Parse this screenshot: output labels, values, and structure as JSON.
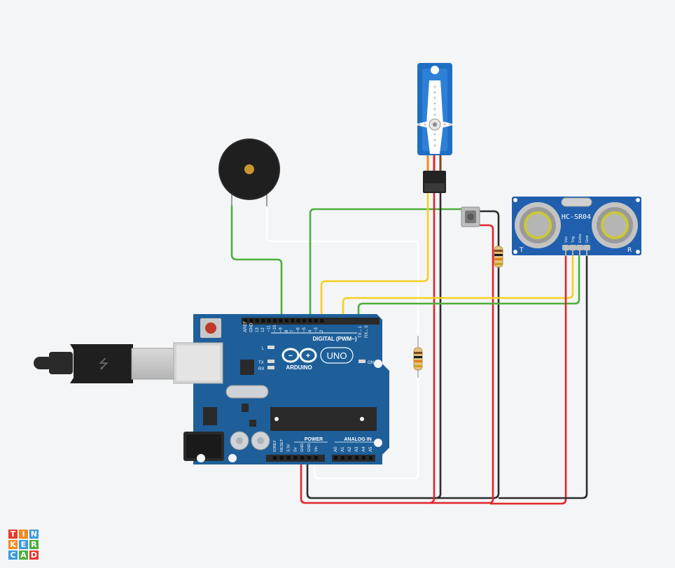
{
  "board": {
    "digital_header": "DIGITAL (PWM~)",
    "brand": "ARDUINO",
    "model": "UNO",
    "power_label": "POWER",
    "analog_label": "ANALOG IN",
    "led_l": "L",
    "led_tx": "TX",
    "led_rx": "RX",
    "led_on": "ON",
    "tx_rx_label1": "TX→1",
    "tx_rx_label2": "RX←0",
    "digital_pins": [
      "AREF",
      "GND",
      "13",
      "12",
      "~11",
      "~10",
      "~9",
      "8",
      "7",
      "~6",
      "~5",
      "4",
      "~3",
      "2"
    ],
    "power_pins": [
      "IOREF",
      "RESET",
      "3.3V",
      "5V",
      "GND",
      "GND",
      "Vin"
    ],
    "analog_pins": [
      "A0",
      "A1",
      "A2",
      "A3",
      "A4",
      "A5"
    ]
  },
  "sensor": {
    "model": "HC-SR04",
    "pins": [
      "Vcc",
      "Trig",
      "Echo",
      "Gnd"
    ],
    "corner_left": "T",
    "corner_right": "R"
  },
  "wire_colors": {
    "red": "#e0262a",
    "black": "#2b2b2b",
    "green": "#4caf3a",
    "yellow": "#f5d020",
    "white": "#ffffff"
  },
  "logo": {
    "letters": [
      "T",
      "I",
      "N",
      "K",
      "E",
      "R",
      "C",
      "A",
      "D"
    ],
    "colors": [
      "#e8382f",
      "#f28a1e",
      "#3a9ad9",
      "#f28a1e",
      "#3a9ad9",
      "#4caf3a",
      "#3a9ad9",
      "#4caf3a",
      "#e8382f"
    ]
  }
}
